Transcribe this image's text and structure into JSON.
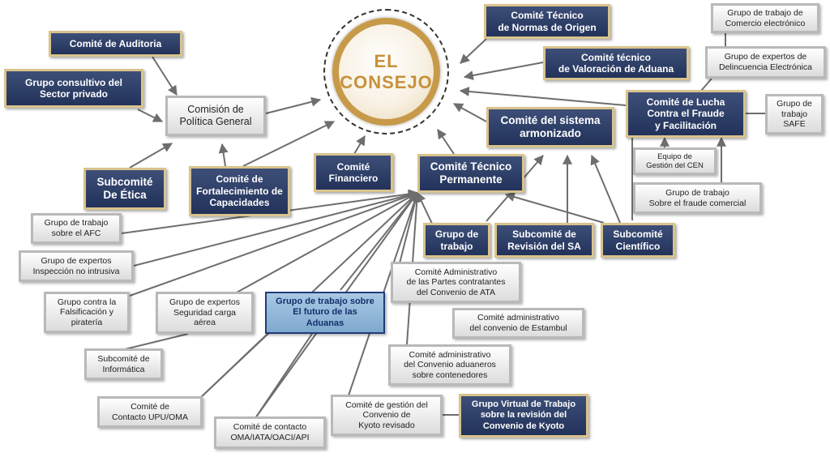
{
  "council": "EL\nCONSEJO",
  "boxes": {
    "auditoria": "Comité de Auditoria",
    "consultivo": "Grupo consultivo del\nSector privado",
    "politica": "Comisión de\nPolítica General",
    "etica": "Subcomité\nDe Ética",
    "fortalecimiento": "Comité de\nFortalecimiento de\nCapacidades",
    "financiero": "Comité\nFinanciero",
    "permanente": "Comité Técnico\nPermanente",
    "sa": "Comité del sistema\narmonizado",
    "origen": "Comité Técnico\nde Normas de Origen",
    "valoracion": "Comité técnico\nde Valoración de Aduana",
    "lucha": "Comité de Lucha\nContra el Fraude\ny Facilitación",
    "comercio_e": "Grupo de trabajo de\nComercio electrónico",
    "delincuencia": "Grupo de expertos de\nDelincuencia Electrónica",
    "safe": "Grupo de\ntrabajo\nSAFE",
    "cen": "Equipo de\nGestión del CEN",
    "fraude": "Grupo de trabajo\nSobre el fraude comercial",
    "afc": "Grupo de trabajo\nsobre el AFC",
    "inspeccion": "Grupo de expertos\nInspección no intrusiva",
    "falsificacion": "Grupo contra la\nFalsificación y\npiratería",
    "seguridad": "Grupo de expertos\nSeguridad carga\naérea",
    "futuro": "Grupo de trabajo sobre\nEl futuro de las\nAduanas",
    "informatica": "Subcomité de\nInformática",
    "upu": "Comité de\nContacto UPU/OMA",
    "iata": "Comité de contacto\nOMA/IATA/OACI/API",
    "grupo_trabajo": "Grupo de\ntrabajo",
    "revision_sa": "Subcomité de\nRevisión del SA",
    "cientifico": "Subcomité\nCientífico",
    "ata": "Comité Administrativo\nde las Partes contratantes\ndel Convenio de ATA",
    "estambul": "Comité administrativo\ndel convenio de Estambul",
    "contenedores": "Comité administrativo\ndel Convenio aduaneros\nsobre contenedores",
    "kyoto_gestion": "Comité de gestión del\nConvenio de\nKyoto revisado",
    "kyoto_virtual": "Grupo Virtual de Trabajo\nsobre la revisión del\nConvenio de Kyoto"
  },
  "colors": {
    "navy": "#2b3a63",
    "gold_border": "#d9c38c",
    "council_gold": "#c8913a",
    "line": "#6e6e6e"
  }
}
